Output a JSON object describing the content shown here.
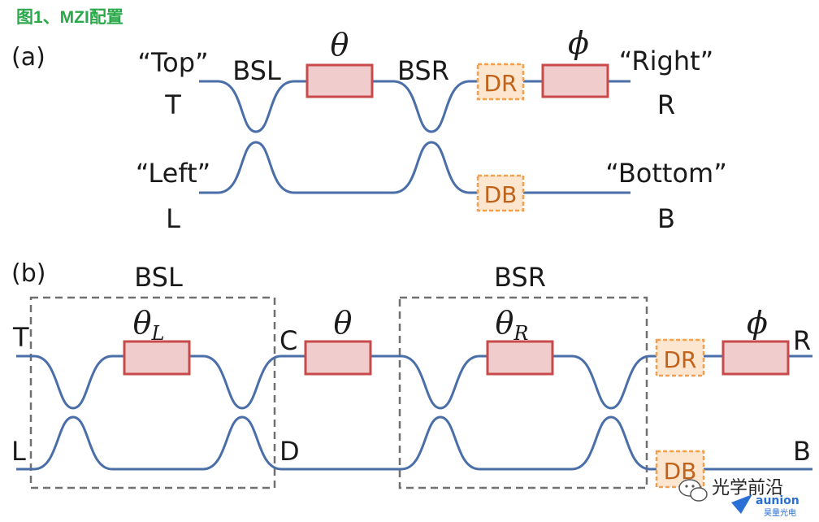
{
  "title": "图1、MZI配置",
  "panel_a": {
    "tag": "(a)",
    "port_top_quote": "“Top”",
    "port_top": "T",
    "port_left_quote": "“Left”",
    "port_left": "L",
    "port_right_quote": "“Right”",
    "port_right": "R",
    "port_bottom_quote": "“Bottom”",
    "port_bottom": "B",
    "bs_left": "BSL",
    "bs_right": "BSR",
    "phase_theta": "θ",
    "phase_phi": "ϕ",
    "detector_right": "DR",
    "detector_bottom": "DB"
  },
  "panel_b": {
    "tag": "(b)",
    "port_top": "T",
    "port_left": "L",
    "port_c": "C",
    "port_d": "D",
    "port_right": "R",
    "port_bottom": "B",
    "bs_left": "BSL",
    "bs_right": "BSR",
    "phase_theta": "θ",
    "phase_theta_l": "θ",
    "phase_theta_l_sub": "L",
    "phase_theta_r": "θ",
    "phase_theta_r_sub": "R",
    "phase_phi": "ϕ",
    "detector_right": "DR",
    "detector_bottom": "DB"
  },
  "watermark": {
    "text": "光学前沿",
    "brand": "aunion",
    "brand_sub": "昊量光电"
  },
  "colors": {
    "waveguide": "#4a6ea8",
    "phase_fill": "#f0cccc",
    "phase_stroke": "#c94a4a",
    "detector": "#f0a050",
    "title": "#2aa84a"
  }
}
